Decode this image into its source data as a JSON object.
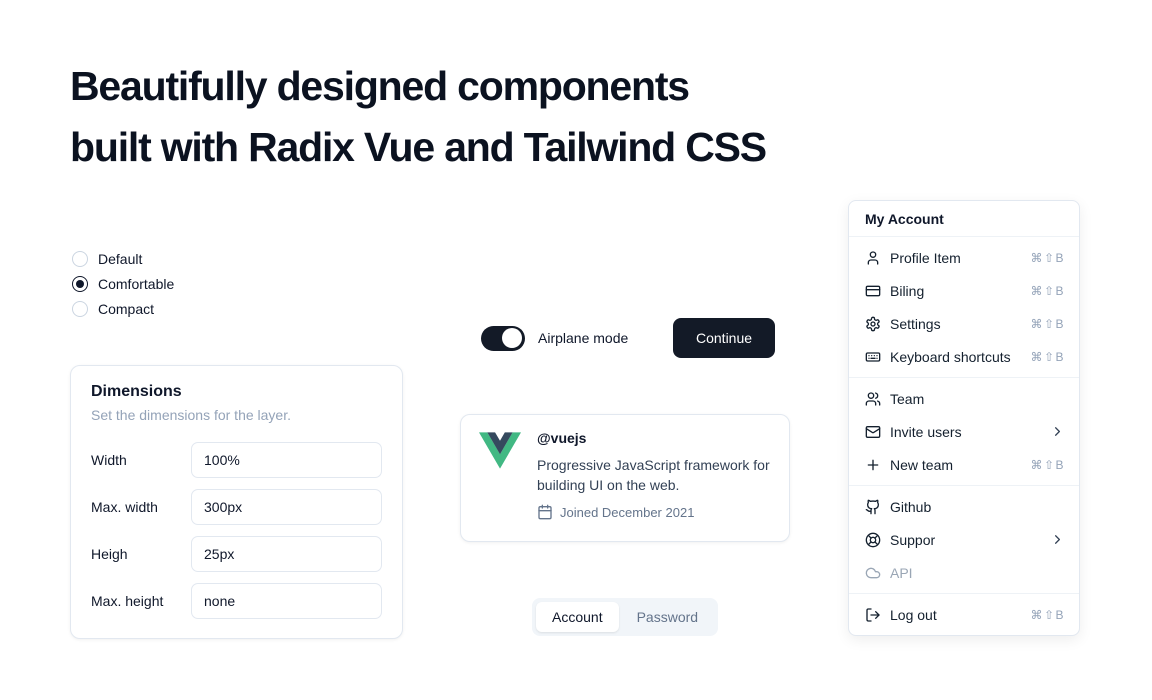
{
  "header": {
    "title_line1": "Beautifully designed components",
    "title_line2": "built with Radix Vue and Tailwind CSS"
  },
  "radio_group": {
    "options": [
      {
        "label": "Default",
        "selected": false
      },
      {
        "label": "Comfortable",
        "selected": true
      },
      {
        "label": "Compact",
        "selected": false
      }
    ]
  },
  "dimensions": {
    "title": "Dimensions",
    "subtitle": "Set the dimensions for the layer.",
    "fields": [
      {
        "label": "Width",
        "value": "100%"
      },
      {
        "label": "Max. width",
        "value": "300px"
      },
      {
        "label": "Heigh",
        "value": "25px"
      },
      {
        "label": "Max. height",
        "value": "none"
      }
    ]
  },
  "airplane": {
    "label": "Airplane mode",
    "state": "on"
  },
  "continue_button": {
    "label": "Continue"
  },
  "vue_card": {
    "handle": "@vuejs",
    "description": "Progressive JavaScript framework for building UI on the web.",
    "joined": "Joined December 2021"
  },
  "tabs": {
    "items": [
      {
        "label": "Account",
        "active": true
      },
      {
        "label": "Password",
        "active": false
      }
    ]
  },
  "menu": {
    "header": "My Account",
    "groups": [
      {
        "items": [
          {
            "label": "Profile Item",
            "icon": "user-icon",
            "shortcut": "⌘⇧B"
          },
          {
            "label": "Biling",
            "icon": "credit-card-icon",
            "shortcut": "⌘⇧B"
          },
          {
            "label": "Settings",
            "icon": "gear-icon",
            "shortcut": "⌘⇧B"
          },
          {
            "label": "Keyboard shortcuts",
            "icon": "keyboard-icon",
            "shortcut": "⌘⇧B"
          }
        ]
      },
      {
        "items": [
          {
            "label": "Team",
            "icon": "users-icon"
          },
          {
            "label": "Invite users",
            "icon": "mail-icon",
            "submenu": true
          },
          {
            "label": "New team",
            "icon": "plus-icon",
            "shortcut": "⌘⇧B"
          }
        ]
      },
      {
        "items": [
          {
            "label": "Github",
            "icon": "github-icon"
          },
          {
            "label": "Suppor",
            "icon": "life-buoy-icon",
            "submenu": true
          },
          {
            "label": "API",
            "icon": "cloud-icon",
            "disabled": true
          }
        ]
      },
      {
        "items": [
          {
            "label": "Log out",
            "icon": "log-out-icon",
            "shortcut": "⌘⇧B"
          }
        ]
      }
    ]
  },
  "colors": {
    "primary": "#131a27",
    "border": "#e2e8f0",
    "muted_text": "#64748b",
    "light_muted_text": "#94a3b8",
    "vue_green": "#41B883",
    "vue_navy": "#35495E"
  }
}
